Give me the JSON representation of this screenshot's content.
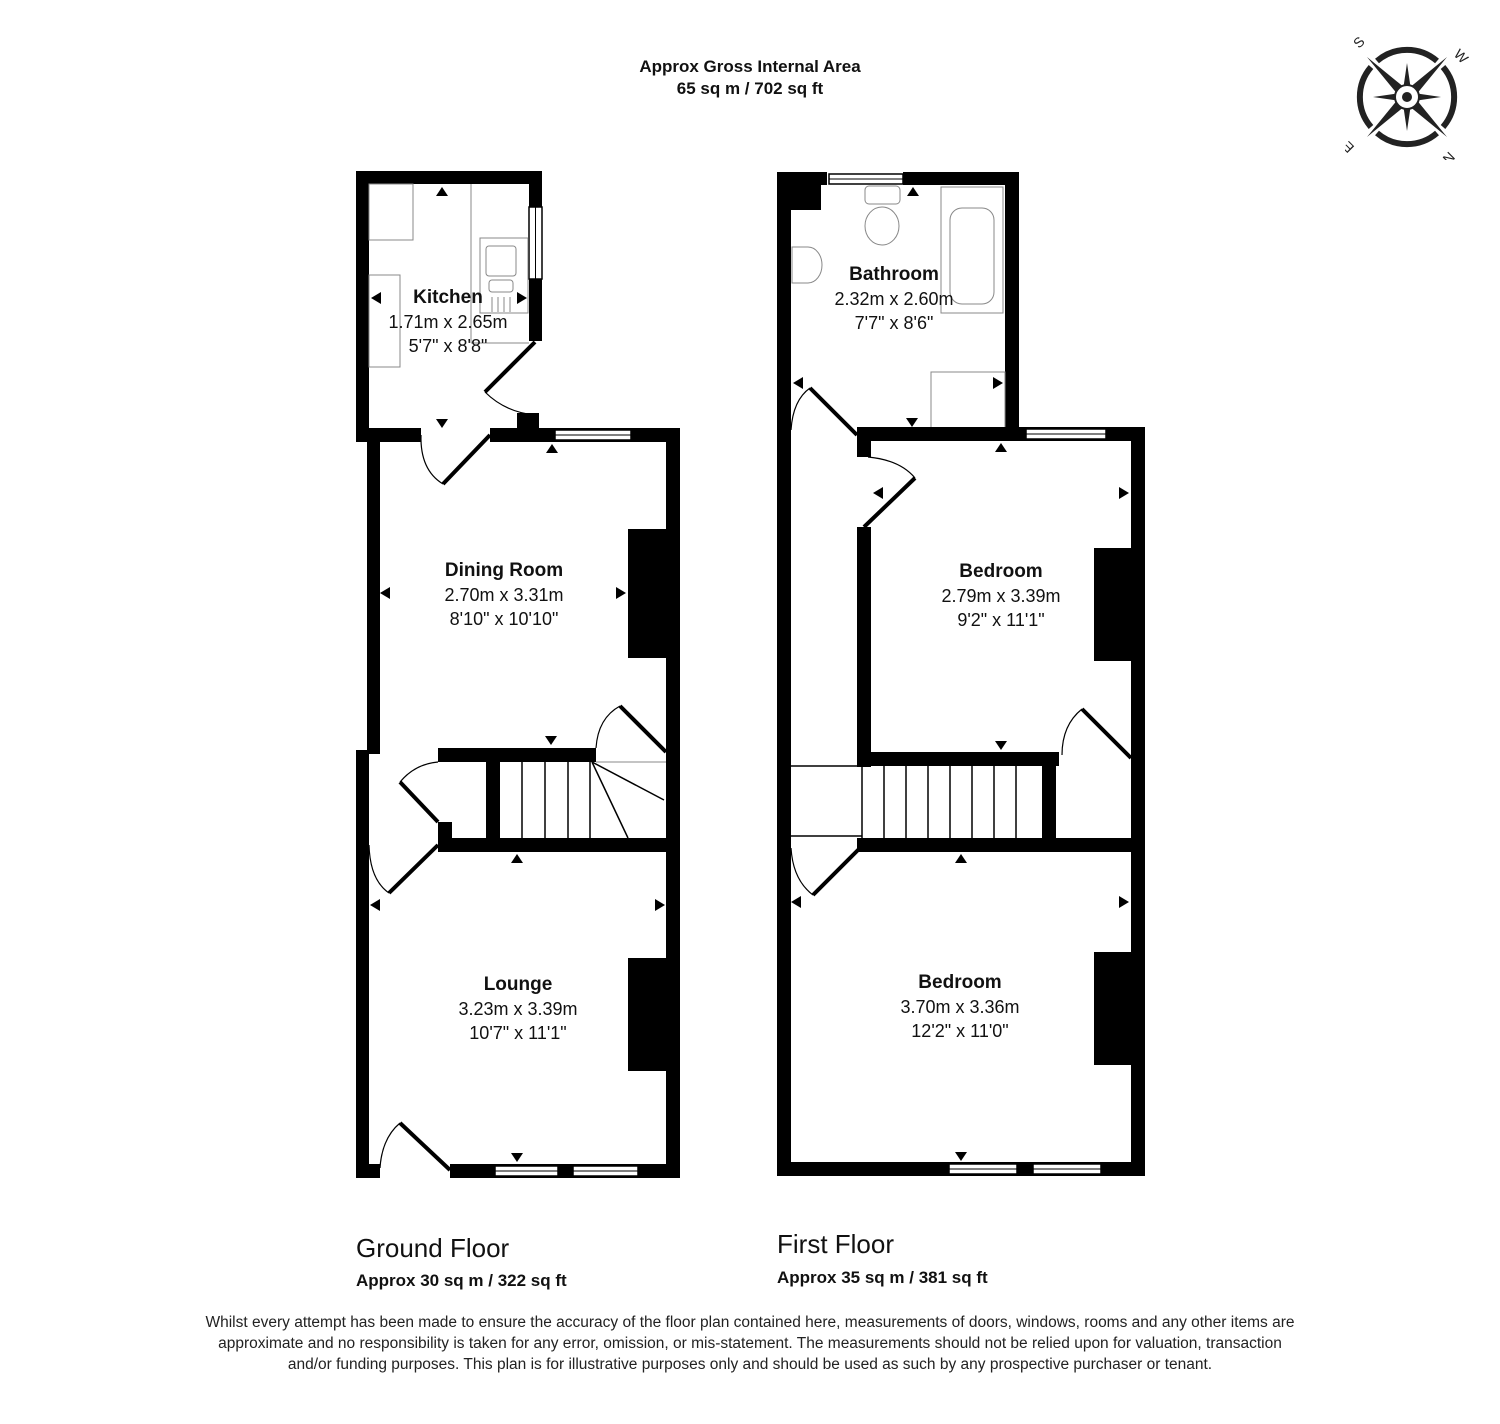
{
  "header": {
    "title_line1": "Approx Gross Internal Area",
    "title_line2": "65 sq m / 702 sq ft"
  },
  "compass": {
    "icon": "compass-rose-icon",
    "labels": {
      "top_left": "S",
      "top_right": "W",
      "bottom_left": "E",
      "bottom_right": "N"
    }
  },
  "floors": [
    {
      "name": "Ground Floor",
      "area": "Approx 30 sq m / 322 sq ft",
      "rooms": [
        {
          "name": "Kitchen",
          "metric": "1.71m x 2.65m",
          "imperial": "5'7\" x 8'8\""
        },
        {
          "name": "Dining Room",
          "metric": "2.70m x 3.31m",
          "imperial": "8'10\" x 10'10\""
        },
        {
          "name": "Lounge",
          "metric": "3.23m x 3.39m",
          "imperial": "10'7\" x 11'1\""
        }
      ]
    },
    {
      "name": "First Floor",
      "area": "Approx 35 sq m / 381 sq ft",
      "rooms": [
        {
          "name": "Bathroom",
          "metric": "2.32m x 2.60m",
          "imperial": "7'7\" x 8'6\""
        },
        {
          "name": "Bedroom",
          "metric": "2.79m x 3.39m",
          "imperial": "9'2\" x 11'1\""
        },
        {
          "name": "Bedroom",
          "metric": "3.70m x 3.36m",
          "imperial": "12'2\" x 11'0\""
        }
      ]
    }
  ],
  "disclaimer": "Whilst every attempt has been made to ensure the accuracy of the floor plan contained here, measurements of doors, windows, rooms and any other items are approximate and no responsibility is taken for any error, omission, or mis-statement. The measurements should not be relied upon for valuation, transaction and/or funding purposes. This plan is for illustrative purposes only and should be used as such by any prospective purchaser or tenant.",
  "colors": {
    "wall": "#000000",
    "background": "#ffffff",
    "fixture_line": "#888888"
  }
}
